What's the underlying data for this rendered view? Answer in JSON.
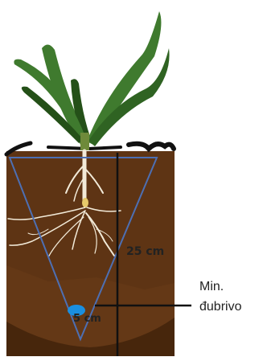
{
  "labels": {
    "depth": "25 cm",
    "offset": "5 cm",
    "fertilizer_line1": "Min.",
    "fertilizer_line2": "đubrivo"
  },
  "colors": {
    "soil": "#5e3414",
    "soil_dark": "#3e200a",
    "leaf": "#3f7a2e",
    "leaf_dark": "#245018",
    "root": "#f2ead8",
    "cone": "#4d6fb3",
    "fertilizer": "#1a8fe0",
    "line": "#111111"
  }
}
